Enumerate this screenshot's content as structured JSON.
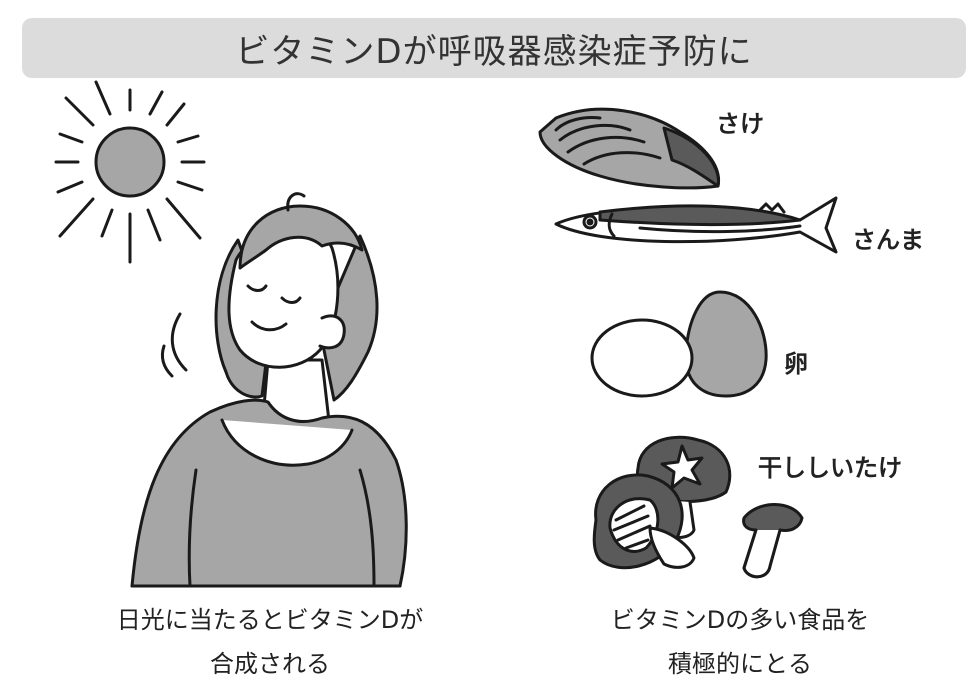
{
  "title": "ビタミンDが呼吸器感染症予防に",
  "foods": {
    "salmon": "さけ",
    "saury": "さんま",
    "egg": "卵",
    "shiitake": "干ししいたけ"
  },
  "captions": {
    "left_line1": "日光に当たるとビタミンDが",
    "left_line2": "合成される",
    "right_line1": "ビタミンDの多い食品を",
    "right_line2": "積極的にとる"
  },
  "colors": {
    "title_bg": "#dcdcdc",
    "fill_gray": "#a6a6a6",
    "fill_dark": "#5a5a5a",
    "stroke": "#1a1a1a"
  }
}
